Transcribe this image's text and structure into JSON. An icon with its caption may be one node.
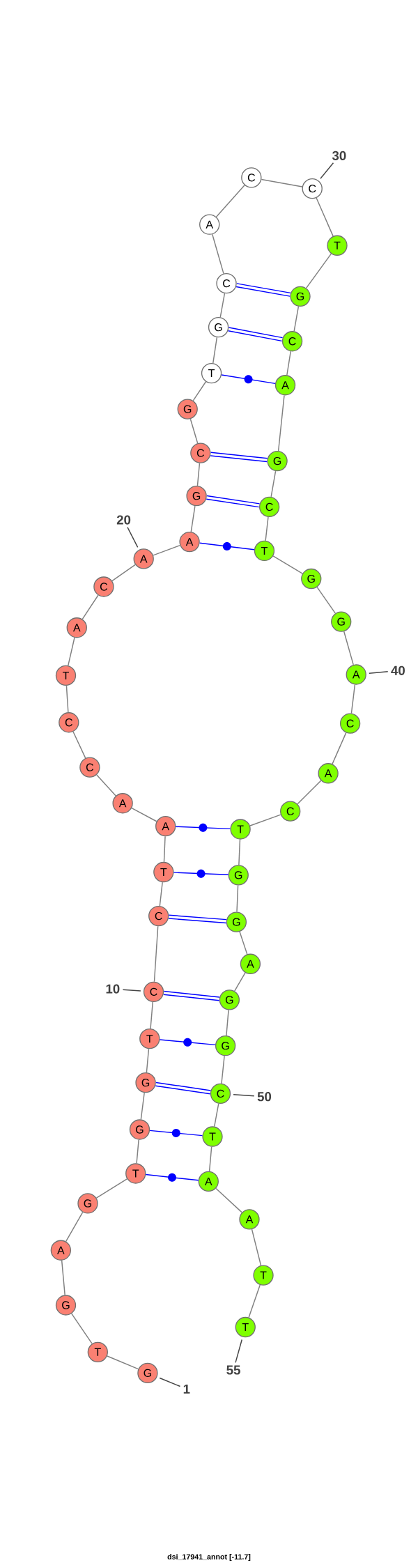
{
  "diagram": {
    "caption": "dsi_17941_annot [-11.7]",
    "nodes": [
      {
        "text": [
          "G"
        ]
      },
      {
        "text": [
          "T"
        ]
      },
      {
        "text": [
          "G"
        ]
      },
      {
        "text": [
          "A"
        ]
      },
      {
        "text": [
          "G"
        ]
      },
      {
        "text": [
          "T"
        ]
      },
      {
        "text": [
          "G"
        ]
      },
      {
        "text": [
          "G"
        ]
      },
      {
        "text": [
          "T"
        ]
      },
      {
        "text": [
          "C"
        ]
      },
      {
        "text": [
          "C"
        ]
      },
      {
        "text": [
          "T"
        ]
      },
      {
        "text": [
          "A"
        ]
      },
      {
        "text": [
          "A"
        ]
      },
      {
        "text": [
          "C"
        ]
      },
      {
        "text": [
          "C"
        ]
      },
      {
        "text": [
          "T"
        ]
      },
      {
        "text": [
          "A"
        ]
      },
      {
        "text": [
          "C"
        ]
      },
      {
        "text": [
          "A"
        ]
      },
      {
        "text": [
          "A"
        ]
      },
      {
        "text": [
          "G"
        ]
      },
      {
        "text": [
          "C"
        ]
      },
      {
        "text": [
          "G"
        ]
      },
      {
        "text": [
          "T"
        ]
      },
      {
        "text": [
          "G"
        ]
      },
      {
        "text": [
          "C"
        ]
      },
      {
        "text": [
          "A"
        ]
      },
      {
        "text": [
          "C"
        ]
      },
      {
        "text": [
          "C"
        ]
      },
      {
        "text": [
          "T"
        ]
      },
      {
        "text": [
          "G"
        ]
      },
      {
        "text": [
          "C"
        ]
      },
      {
        "text": [
          "A"
        ]
      },
      {
        "text": [
          "G"
        ]
      },
      {
        "text": [
          "C"
        ]
      },
      {
        "text": [
          "T"
        ]
      },
      {
        "text": [
          "G"
        ]
      },
      {
        "text": [
          "G"
        ]
      },
      {
        "text": [
          "A"
        ]
      },
      {
        "text": [
          "C"
        ]
      },
      {
        "text": [
          "A"
        ]
      },
      {
        "text": [
          "C"
        ]
      },
      {
        "text": [
          "T"
        ]
      },
      {
        "text": [
          "G"
        ]
      },
      {
        "text": [
          "G"
        ]
      },
      {
        "text": [
          "A"
        ]
      },
      {
        "text": [
          "G"
        ]
      },
      {
        "text": [
          "G"
        ]
      },
      {
        "text": [
          "C"
        ]
      },
      {
        "text": [
          "T"
        ]
      },
      {
        "text": [
          "A"
        ]
      },
      {
        "text": [
          "A"
        ]
      },
      {
        "text": [
          "T"
        ]
      },
      {
        "text": [
          "T"
        ]
      },
      {
        "text": [
          "1"
        ]
      },
      {
        "text": [
          "10"
        ]
      },
      {
        "text": [
          "20"
        ]
      },
      {
        "text": [
          "30"
        ]
      },
      {
        "text": [
          "40"
        ]
      },
      {
        "text": [
          "50"
        ]
      },
      {
        "text": [
          "55"
        ]
      }
    ],
    "edges": [
      {
        "from": 0,
        "to": 1,
        "arrow": "none"
      },
      {
        "from": 1,
        "to": 2,
        "arrow": "none"
      },
      {
        "from": 2,
        "to": 3,
        "arrow": "none"
      },
      {
        "from": 3,
        "to": 4,
        "arrow": "none"
      },
      {
        "from": 4,
        "to": 5,
        "arrow": "none"
      },
      {
        "from": 5,
        "to": 6,
        "arrow": "none"
      },
      {
        "from": 6,
        "to": 7,
        "arrow": "none"
      },
      {
        "from": 7,
        "to": 8,
        "arrow": "none"
      },
      {
        "from": 8,
        "to": 9,
        "arrow": "none"
      },
      {
        "from": 9,
        "to": 10,
        "arrow": "none"
      },
      {
        "from": 10,
        "to": 11,
        "arrow": "none"
      },
      {
        "from": 11,
        "to": 12,
        "arrow": "none"
      },
      {
        "from": 12,
        "to": 13,
        "arrow": "none"
      },
      {
        "from": 13,
        "to": 14,
        "arrow": "none"
      },
      {
        "from": 14,
        "to": 15,
        "arrow": "none"
      },
      {
        "from": 15,
        "to": 16,
        "arrow": "none"
      },
      {
        "from": 16,
        "to": 17,
        "arrow": "none"
      },
      {
        "from": 17,
        "to": 18,
        "arrow": "none"
      },
      {
        "from": 18,
        "to": 19,
        "arrow": "none"
      },
      {
        "from": 19,
        "to": 20,
        "arrow": "none"
      },
      {
        "from": 20,
        "to": 21,
        "arrow": "none"
      },
      {
        "from": 21,
        "to": 22,
        "arrow": "none"
      },
      {
        "from": 22,
        "to": 23,
        "arrow": "none"
      },
      {
        "from": 23,
        "to": 24,
        "arrow": "none"
      },
      {
        "from": 24,
        "to": 25,
        "arrow": "none"
      },
      {
        "from": 25,
        "to": 26,
        "arrow": "none"
      },
      {
        "from": 26,
        "to": 27,
        "arrow": "none"
      },
      {
        "from": 27,
        "to": 28,
        "arrow": "none"
      },
      {
        "from": 28,
        "to": 29,
        "arrow": "none"
      },
      {
        "from": 29,
        "to": 30,
        "arrow": "none"
      },
      {
        "from": 30,
        "to": 31,
        "arrow": "none"
      },
      {
        "from": 31,
        "to": 32,
        "arrow": "none"
      },
      {
        "from": 32,
        "to": 33,
        "arrow": "none"
      },
      {
        "from": 33,
        "to": 34,
        "arrow": "none"
      },
      {
        "from": 34,
        "to": 35,
        "arrow": "none"
      },
      {
        "from": 35,
        "to": 36,
        "arrow": "none"
      },
      {
        "from": 36,
        "to": 37,
        "arrow": "none"
      },
      {
        "from": 37,
        "to": 38,
        "arrow": "none"
      },
      {
        "from": 38,
        "to": 39,
        "arrow": "none"
      },
      {
        "from": 39,
        "to": 40,
        "arrow": "none"
      },
      {
        "from": 40,
        "to": 41,
        "arrow": "none"
      },
      {
        "from": 41,
        "to": 42,
        "arrow": "none"
      },
      {
        "from": 42,
        "to": 43,
        "arrow": "none"
      },
      {
        "from": 43,
        "to": 44,
        "arrow": "none"
      },
      {
        "from": 44,
        "to": 45,
        "arrow": "none"
      },
      {
        "from": 45,
        "to": 46,
        "arrow": "none"
      },
      {
        "from": 46,
        "to": 47,
        "arrow": "none"
      },
      {
        "from": 47,
        "to": 48,
        "arrow": "none"
      },
      {
        "from": 48,
        "to": 49,
        "arrow": "none"
      },
      {
        "from": 49,
        "to": 50,
        "arrow": "none"
      },
      {
        "from": 50,
        "to": 51,
        "arrow": "none"
      },
      {
        "from": 51,
        "to": 52,
        "arrow": "none"
      },
      {
        "from": 52,
        "to": 53,
        "arrow": "none"
      },
      {
        "from": 53,
        "to": 54,
        "arrow": "none"
      },
      {
        "from": 5,
        "to": 51,
        "arrow": "none",
        "color": "#0000ff"
      },
      {
        "from": 6,
        "to": 50,
        "arrow": "none",
        "color": "#0000ff"
      },
      {
        "from": 7,
        "to": 49,
        "arrow": "none",
        "color": "#0000ff"
      },
      {
        "from": 8,
        "to": 48,
        "arrow": "none",
        "color": "#0000ff"
      },
      {
        "from": 9,
        "to": 47,
        "arrow": "none",
        "color": "#0000ff"
      },
      {
        "from": 10,
        "to": 45,
        "arrow": "none",
        "color": "#0000ff"
      },
      {
        "from": 11,
        "to": 44,
        "arrow": "none",
        "color": "#0000ff"
      },
      {
        "from": 12,
        "to": 43,
        "arrow": "none",
        "color": "#0000ff"
      },
      {
        "from": 20,
        "to": 36,
        "arrow": "none",
        "color": "#0000ff"
      },
      {
        "from": 21,
        "to": 35,
        "arrow": "none",
        "color": "#0000ff"
      },
      {
        "from": 22,
        "to": 34,
        "arrow": "none",
        "color": "#0000ff"
      },
      {
        "from": 24,
        "to": 33,
        "arrow": "none",
        "color": "#0000ff"
      },
      {
        "from": 25,
        "to": 32,
        "arrow": "none",
        "color": "#0000ff"
      },
      {
        "from": 26,
        "to": 31,
        "arrow": "none",
        "color": "#0000ff"
      },
      {
        "from": 55,
        "to": 0,
        "arrow": "none",
        "color": "#444444"
      },
      {
        "from": 56,
        "to": 9,
        "arrow": "none",
        "color": "#444444"
      },
      {
        "from": 57,
        "to": 19,
        "arrow": "none",
        "color": "#444444"
      },
      {
        "from": 58,
        "to": 29,
        "arrow": "none",
        "color": "#444444"
      },
      {
        "from": 59,
        "to": 39,
        "arrow": "none",
        "color": "#444444"
      },
      {
        "from": 60,
        "to": 49,
        "arrow": "none",
        "color": "#444444"
      },
      {
        "from": 61,
        "to": 54,
        "arrow": "none",
        "color": "#444444"
      }
    ]
  }
}
